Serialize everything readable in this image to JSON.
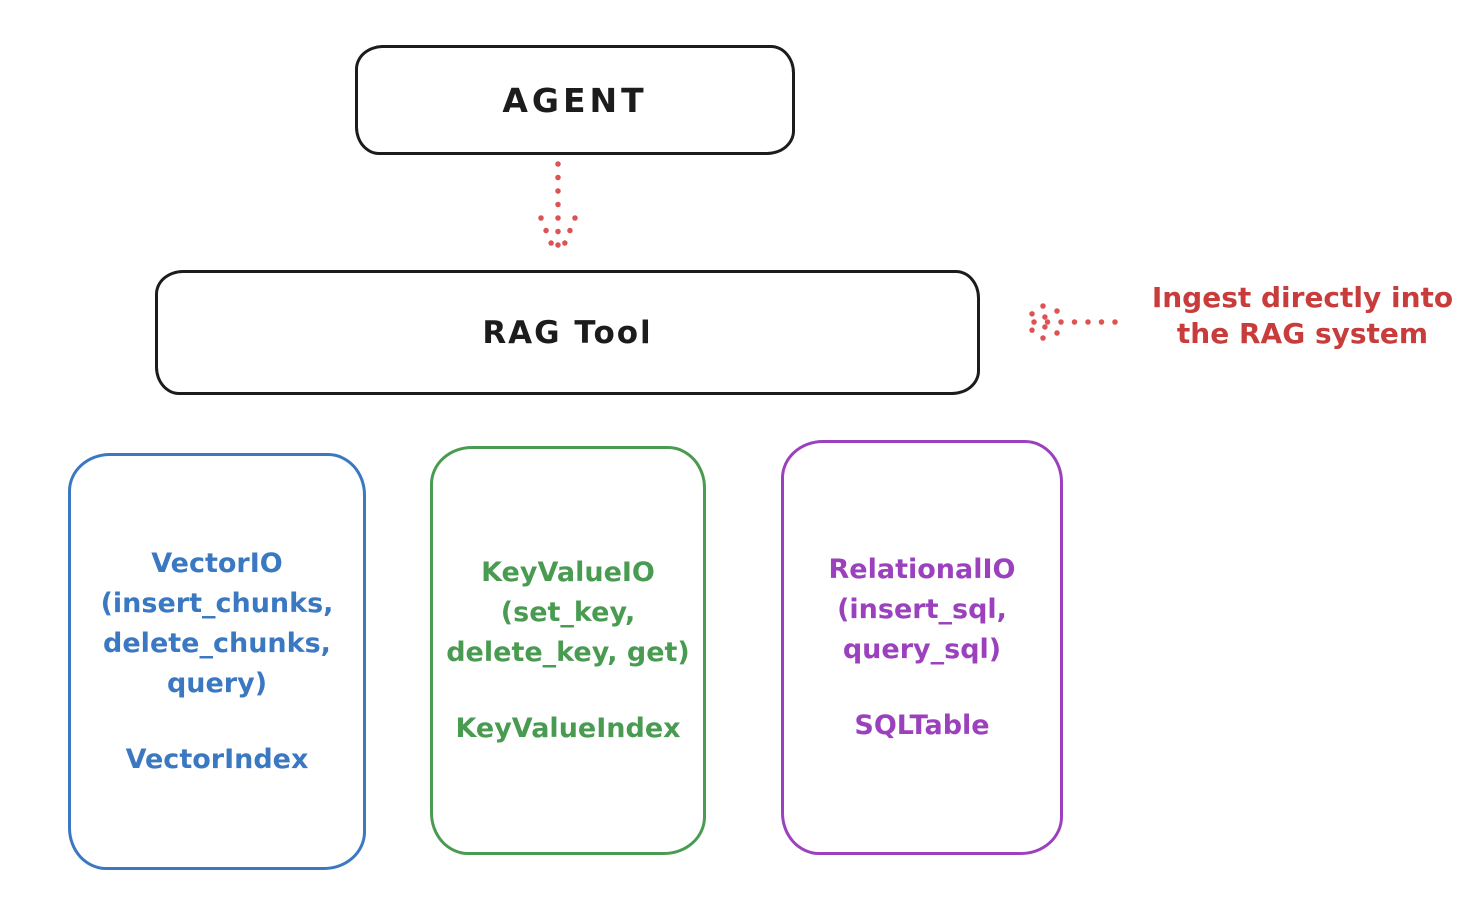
{
  "diagram": {
    "agent": {
      "label": "AGENT"
    },
    "rag_tool": {
      "label": "RAG Tool"
    },
    "annotation": {
      "line1": "Ingest directly into",
      "line2": "the RAG system",
      "color": "#c83c3c"
    },
    "arrows": {
      "agent_to_rag_icon": "dotted-arrow-down-icon",
      "ingest_icon": "dotted-arrow-left-icon",
      "color": "#dd5353"
    },
    "backends": [
      {
        "name": "vector",
        "color": "#3b78c2",
        "lines": [
          "VectorIO",
          "(insert_chunks,",
          "delete_chunks,",
          "query)"
        ],
        "index": "VectorIndex"
      },
      {
        "name": "keyvalue",
        "color": "#4a9b52",
        "lines": [
          "KeyValueIO",
          "(set_key,",
          "delete_key, get)"
        ],
        "index": "KeyValueIndex"
      },
      {
        "name": "relational",
        "color": "#9b41bd",
        "lines": [
          "RelationalIO",
          "(insert_sql,",
          "query_sql)"
        ],
        "index": "SQLTable"
      }
    ],
    "colors": {
      "outline_black": "#1c1c1c",
      "background": "#ffffff"
    }
  }
}
